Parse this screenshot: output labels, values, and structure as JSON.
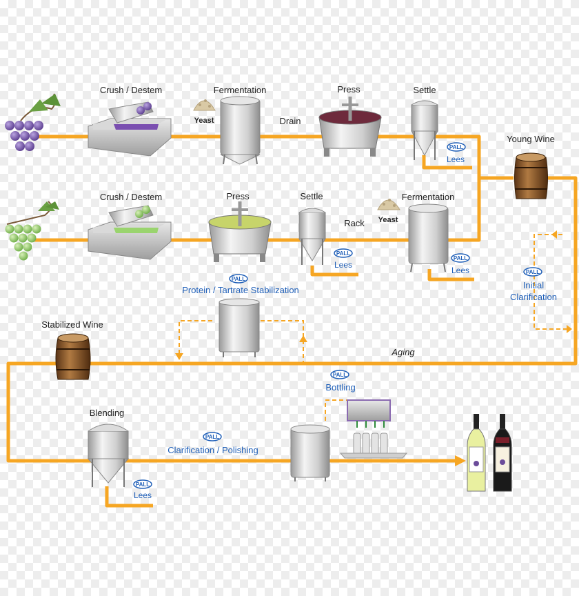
{
  "colors": {
    "flow": "#f6a623",
    "pall_blue": "#1f5fb8",
    "steel": "#c9c9c9",
    "barrel": "#8b5a2b",
    "red_grape": "#6b4c9a",
    "white_grape": "#8fc46a"
  },
  "red_line": {
    "crush": "Crush / Destem",
    "fermentation": "Fermentation",
    "yeast": "Yeast",
    "drain": "Drain",
    "press": "Press",
    "settle": "Settle",
    "lees": "Lees"
  },
  "young_wine": "Young Wine",
  "white_line": {
    "crush": "Crush / Destem",
    "press": "Press",
    "settle": "Settle",
    "rack": "Rack",
    "fermentation": "Fermentation",
    "yeast": "Yeast",
    "lees_settle": "Lees",
    "lees_ferm": "Lees"
  },
  "initial_clarification": [
    "Initial",
    "Clarification"
  ],
  "protein_stabilization": "Protein / Tartrate Stabilization",
  "stabilized_wine": "Stabilized Wine",
  "aging": "Aging",
  "blending": "Blending",
  "blending_lees": "Lees",
  "clarification_polishing": "Clarification / Polishing",
  "bottling": "Bottling",
  "pall_logo": "PALL"
}
